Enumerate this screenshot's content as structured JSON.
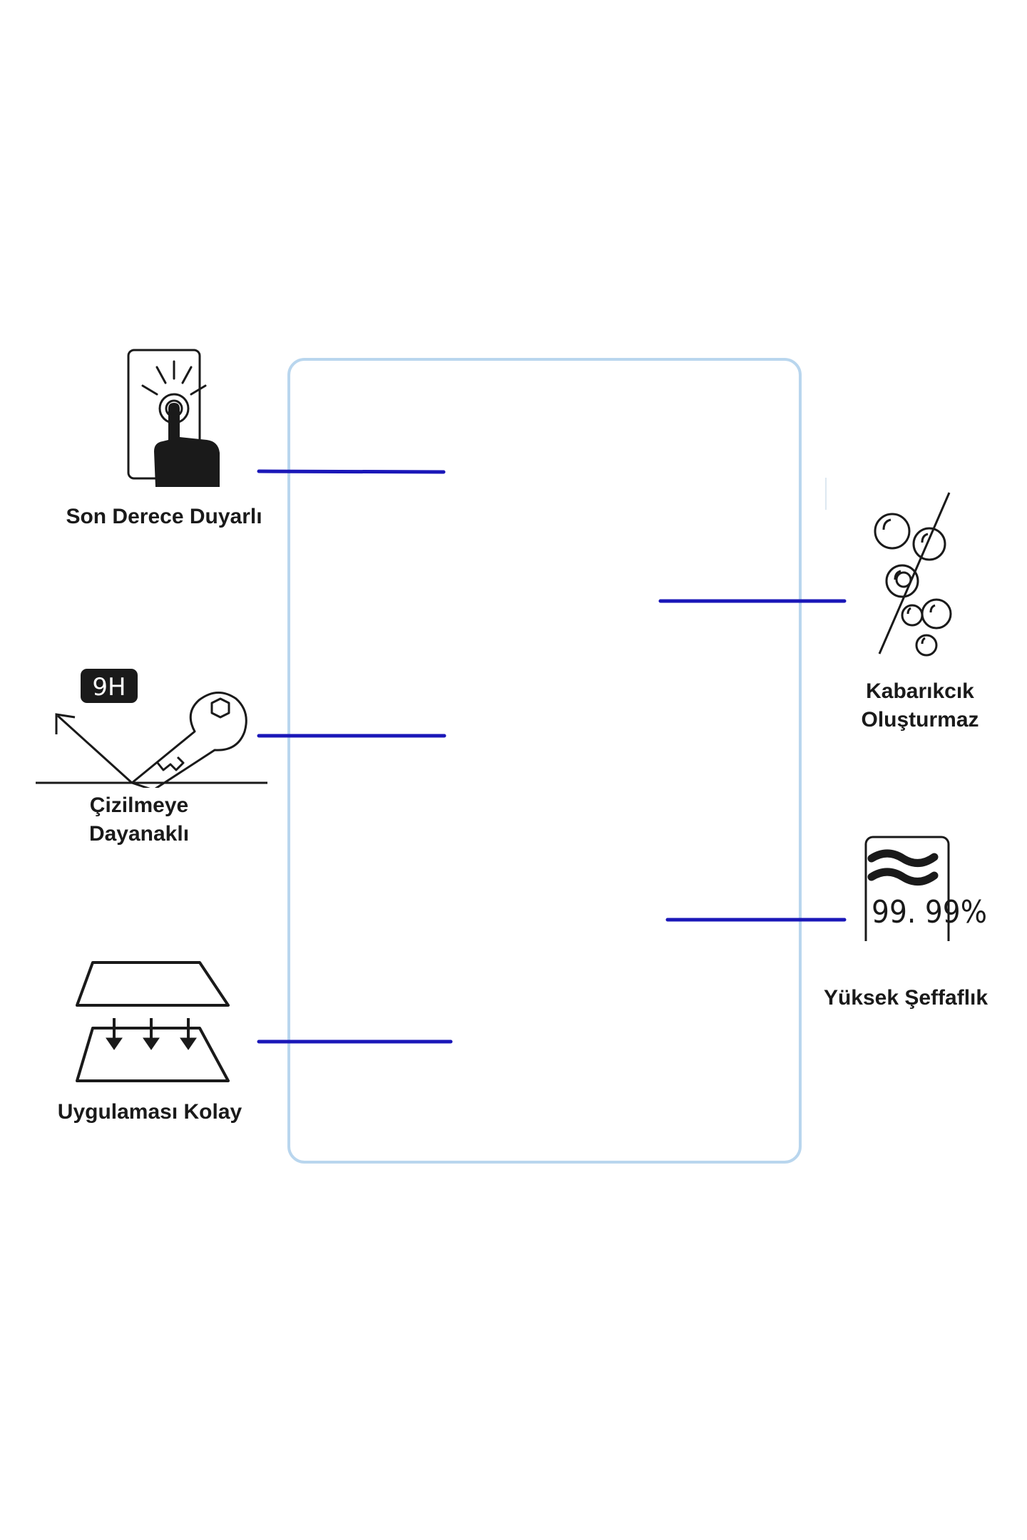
{
  "features": {
    "sensitivity": {
      "icon": "touch-finger-icon",
      "label": "Son Derece Duyarlı"
    },
    "scratch": {
      "icon": "key-scratch-icon",
      "badge": "9H",
      "label_line1": "Çizilmeye",
      "label_line2": "Dayanaklı"
    },
    "install": {
      "icon": "layers-press-icon",
      "label": "Uygulaması Kolay"
    },
    "bubble": {
      "icon": "no-bubbles-icon",
      "label_line1": "Kabarıkcık",
      "label_line2": "Oluşturmaz"
    },
    "transparency": {
      "icon": "transparency-icon",
      "value": "99. 99%",
      "label": "Yüksek Şeffaflık"
    }
  },
  "colors": {
    "panel_border": "#b9d6ee",
    "connector": "#1a17b8",
    "icon": "#1a1a1a"
  }
}
